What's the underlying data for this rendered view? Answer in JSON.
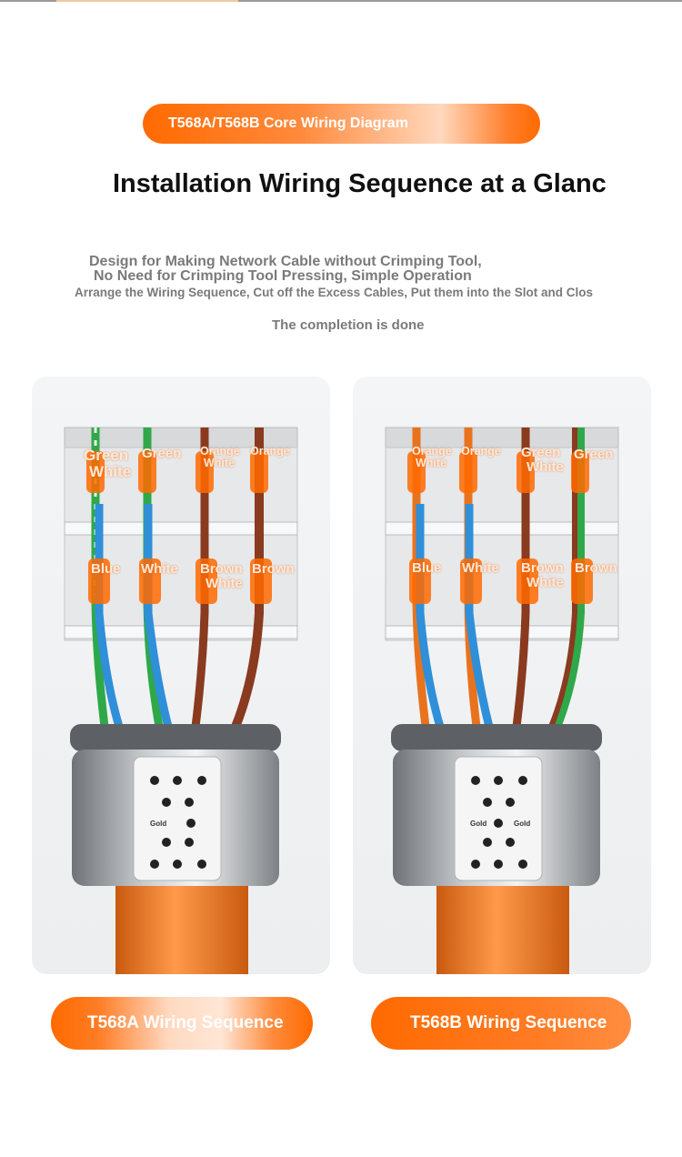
{
  "header": {
    "pill_label": "T568A/T568B Core Wiring Diagram",
    "title": "Installation Wiring Sequence at a Glanc",
    "subtitle_line1": "Design for Making Network Cable without Crimping Tool,",
    "subtitle_line2": "No Need for Crimping Tool Pressing, Simple Operation",
    "subtitle_line3": "Arrange the Wiring Sequence, Cut off the Excess Cables, Put them into the Slot and Clos",
    "subtitle_line4": "The completion is done"
  },
  "t568a": {
    "top_labels": [
      {
        "line1": "Green",
        "line2": "White"
      },
      {
        "line1": "Green",
        "line2": ""
      },
      {
        "line1": "Orange",
        "line2": "White"
      },
      {
        "line1": "Orange",
        "line2": ""
      }
    ],
    "bottom_labels": [
      {
        "line1": "Blue",
        "line2": ""
      },
      {
        "line1": "White",
        "line2": ""
      },
      {
        "line1": "Brown",
        "line2": "White"
      },
      {
        "line1": "Brown",
        "line2": ""
      }
    ],
    "chip_text": "Gold",
    "sequence_label": "T568A Wiring Sequence"
  },
  "t568b": {
    "top_labels": [
      {
        "line1": "Orange",
        "line2": "White"
      },
      {
        "line1": "Orange",
        "line2": ""
      },
      {
        "line1": "Green",
        "line2": "White"
      },
      {
        "line1": "Green",
        "line2": ""
      }
    ],
    "bottom_labels": [
      {
        "line1": "Blue",
        "line2": ""
      },
      {
        "line1": "White",
        "line2": ""
      },
      {
        "line1": "Brown",
        "line2": "White"
      },
      {
        "line1": "Brown",
        "line2": ""
      }
    ],
    "chip_text_left": "Gold",
    "chip_text_right": "Gold",
    "sequence_label": "T568B Wiring Sequence"
  },
  "colors": {
    "accent_orange": "#ff6a00",
    "cable_orange": "#f07a1e",
    "wire_green": "#2fa84a",
    "wire_blue": "#2f8fd8",
    "wire_orange": "#e8731e",
    "wire_brown": "#8a3a1e",
    "metal": "#8e9296"
  }
}
